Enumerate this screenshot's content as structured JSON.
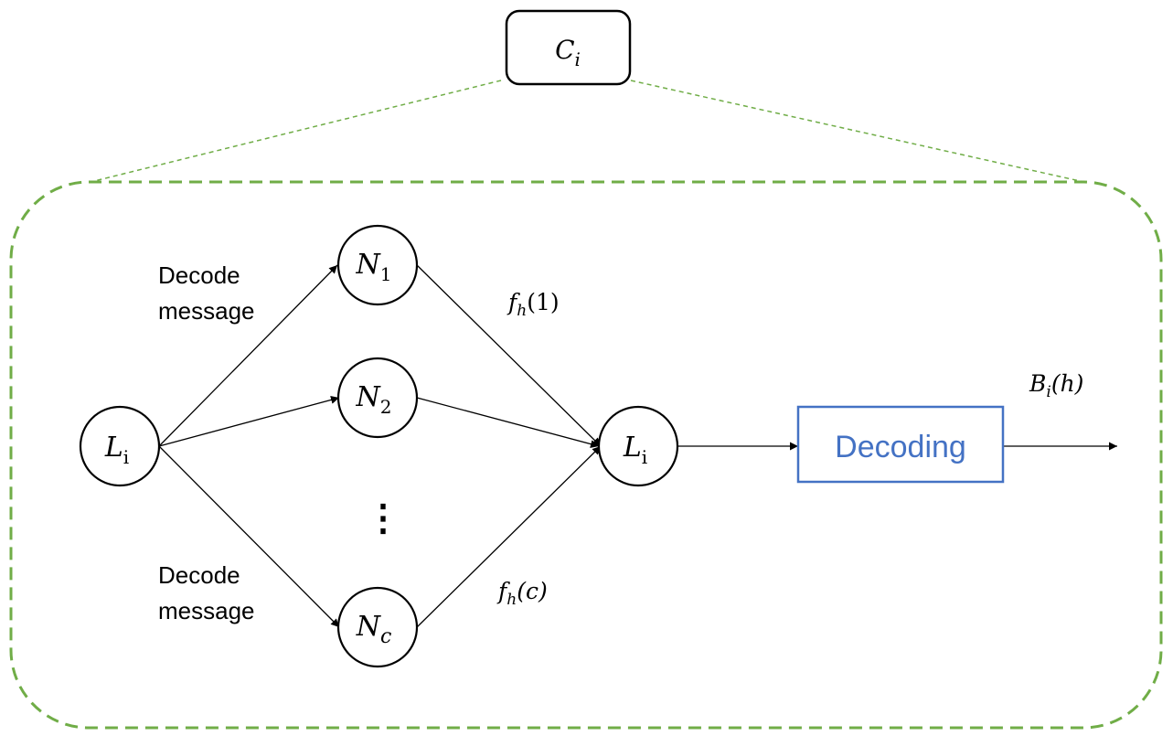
{
  "header_node": {
    "main": "C",
    "sub": "i"
  },
  "input_node": {
    "main": "L",
    "sub": "i"
  },
  "output_node": {
    "main": "L",
    "sub": "i"
  },
  "neighbors": [
    {
      "main": "N",
      "sub": "1"
    },
    {
      "main": "N",
      "sub": "2"
    },
    {
      "main": "N",
      "sub": "c"
    }
  ],
  "ellipsis": "⋮",
  "edge_labels": {
    "decode_top": [
      "Decode",
      "message"
    ],
    "decode_bottom": [
      "Decode",
      "message"
    ],
    "f_top": {
      "main": "f",
      "sub": "h",
      "arg": "(1)"
    },
    "f_bottom": {
      "main": "f",
      "sub": "h",
      "arg": "(c)"
    },
    "output": {
      "main": "B",
      "sub": "i",
      "arg": "(h)"
    }
  },
  "decoding_box": {
    "label": "Decoding"
  },
  "colors": {
    "region_border": "#70ad47",
    "decoding_border": "#4472c4",
    "decoding_text": "#4472c4",
    "stroke": "#000000"
  }
}
